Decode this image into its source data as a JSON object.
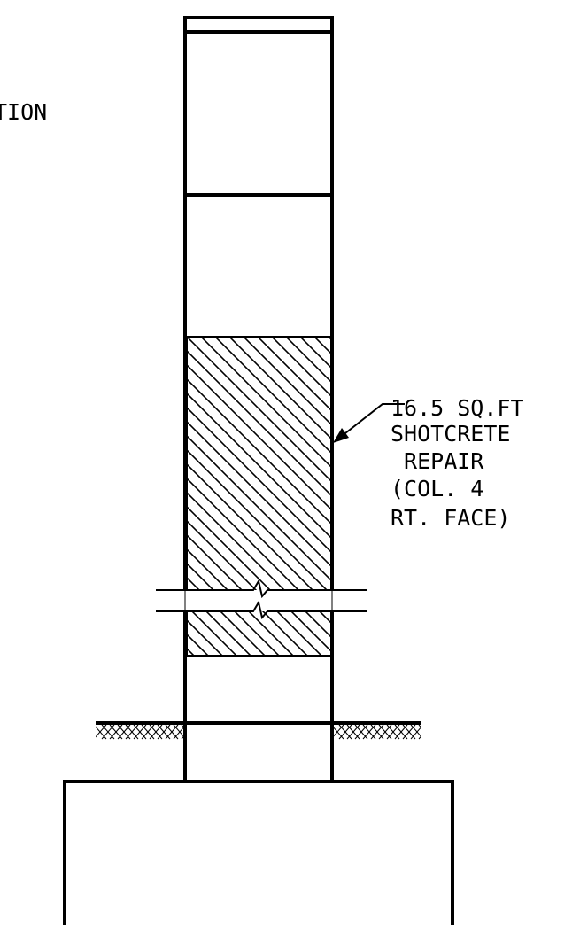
{
  "drawing": {
    "partial_title": "TION",
    "callout": {
      "lines": [
        "16.5 SQ.FT",
        "SHOTCRETE",
        " REPAIR",
        "(COL. 4",
        "RT. FACE)"
      ]
    }
  },
  "colors": {
    "line": "#000000",
    "background": "#ffffff"
  }
}
